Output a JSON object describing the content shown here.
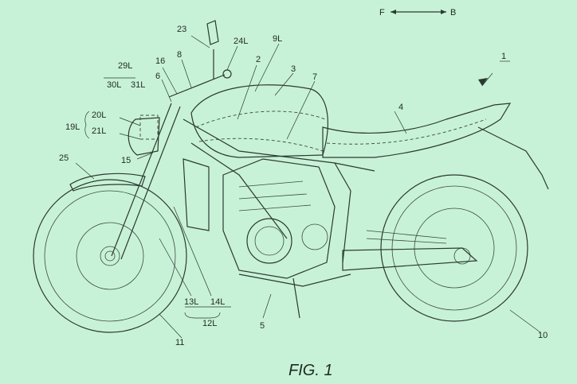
{
  "figure_label": "FIG. 1",
  "direction": {
    "front": "F",
    "back": "B"
  },
  "reference_labels": [
    "1",
    "2",
    "3",
    "4",
    "5",
    "6",
    "7",
    "8",
    "9L",
    "10",
    "11",
    "12L",
    "13L",
    "14L",
    "15",
    "16",
    "19L",
    "20L",
    "21L",
    "23",
    "24L",
    "25",
    "29L",
    "30L",
    "31L"
  ],
  "colors": {
    "background": "#c8f2d8",
    "ink": "#2b3a30"
  }
}
